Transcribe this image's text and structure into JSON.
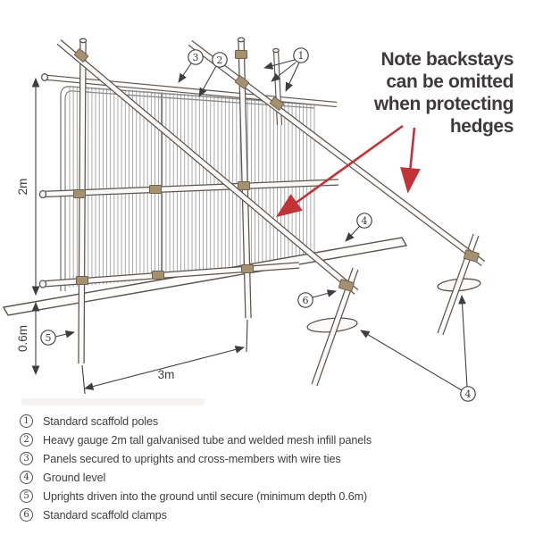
{
  "note": {
    "lines": [
      "Note backstays",
      "can be omitted",
      "when protecting",
      "hedges"
    ]
  },
  "dimensions": {
    "panel_height": "2m",
    "embed_depth": "0.6m",
    "upright_spacing": "3m"
  },
  "callouts": {
    "n1": "1",
    "n2": "2",
    "n3": "3",
    "n4": "4",
    "n5": "5",
    "n6": "6"
  },
  "legend": {
    "items": [
      {
        "num": "1",
        "text": "Standard scaffold poles"
      },
      {
        "num": "2",
        "text": "Heavy gauge 2m tall galvanised tube and welded mesh infill panels"
      },
      {
        "num": "3",
        "text": "Panels secured to uprights and cross-members with wire ties"
      },
      {
        "num": "4",
        "text": "Ground level"
      },
      {
        "num": "5",
        "text": "Uprights driven into the ground until secure (minimum depth 0.6m)"
      },
      {
        "num": "6",
        "text": "Standard scaffold clamps"
      }
    ]
  },
  "colors": {
    "annotation_red": "#c23236",
    "line_work": "#5a5551",
    "clamp_tan": "#a3916f",
    "text_dark": "#3e3a3b",
    "mesh_gray": "#a0a0a0",
    "background": "#ffffff"
  }
}
